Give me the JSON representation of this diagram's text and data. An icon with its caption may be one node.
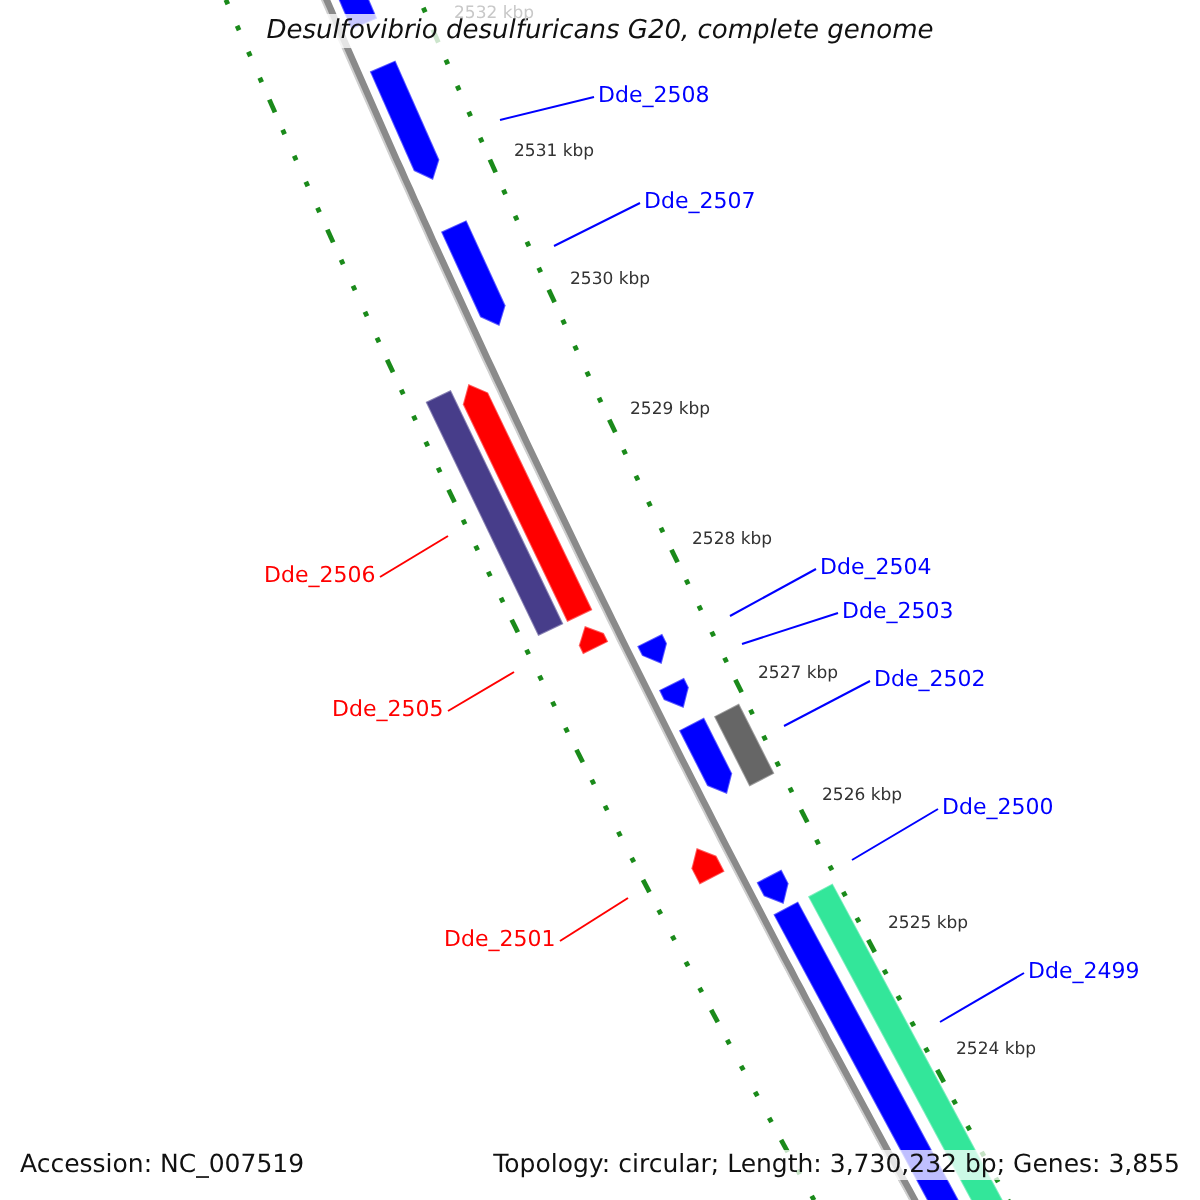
{
  "diagram": {
    "title": "Desulfovibrio desulfuricans G20, complete genome",
    "nodes": [
      {
        "text": [
          "Dde_2508"
        ]
      },
      {
        "text": [
          "Dde_2507"
        ]
      },
      {
        "text": [
          "Dde_2506"
        ]
      },
      {
        "text": [
          "Dde_2505"
        ]
      },
      {
        "text": [
          "Dde_2504"
        ]
      },
      {
        "text": [
          "Dde_2503"
        ]
      },
      {
        "text": [
          "Dde_2502"
        ]
      },
      {
        "text": [
          "Dde_2500"
        ]
      },
      {
        "text": [
          "Dde_2501"
        ]
      },
      {
        "text": [
          "Dde_2499"
        ]
      }
    ],
    "edges": [
      {
        "from": 0,
        "to": null,
        "arrow": "none"
      },
      {
        "from": 1,
        "to": null,
        "arrow": "none"
      },
      {
        "from": 2,
        "to": null,
        "arrow": "none",
        "color": "#ff0000"
      },
      {
        "from": 3,
        "to": null,
        "arrow": "none",
        "color": "#ff0000"
      },
      {
        "from": 4,
        "to": null,
        "arrow": "none"
      },
      {
        "from": 5,
        "to": null,
        "arrow": "none"
      },
      {
        "from": 6,
        "to": null,
        "arrow": "none"
      },
      {
        "from": 7,
        "to": null,
        "arrow": "none"
      },
      {
        "from": 8,
        "to": null,
        "arrow": "none",
        "color": "#ff0000"
      },
      {
        "from": 9,
        "to": null,
        "arrow": "none"
      }
    ],
    "labels": [
      "2532 kbp",
      "2531 kbp",
      "2530 kbp",
      "2529 kbp",
      "2528 kbp",
      "2527 kbp",
      "2526 kbp",
      "2525 kbp",
      "2524 kbp",
      "Accession: NC_007519",
      "Topology: circular; Length: 3,730,232 bp; Genes: 3,855"
    ]
  }
}
